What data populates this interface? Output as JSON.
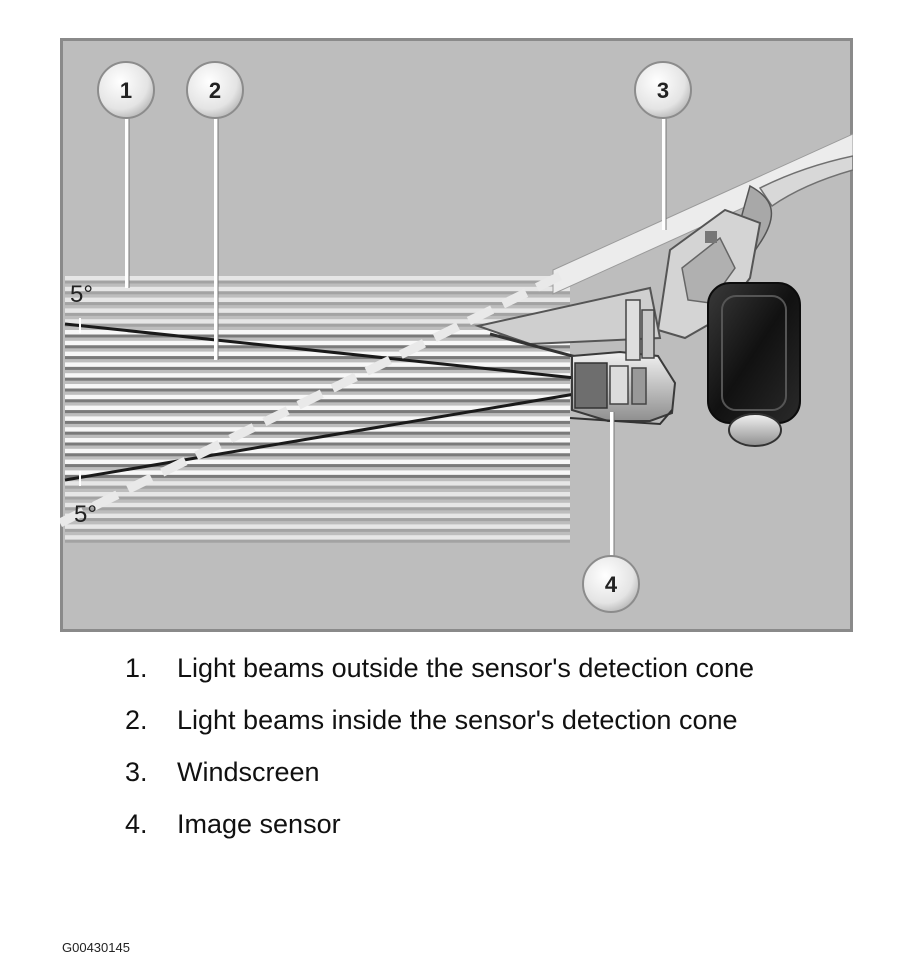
{
  "figure": {
    "callouts": [
      "1",
      "2",
      "3",
      "4"
    ],
    "angle_labels": {
      "top": "5°",
      "bottom": "5°"
    }
  },
  "legend": {
    "items": [
      {
        "number": "1.",
        "text": "Light beams outside the sensor's detection cone"
      },
      {
        "number": "2.",
        "text": "Light beams inside the sensor's detection cone"
      },
      {
        "number": "3.",
        "text": "Windscreen"
      },
      {
        "number": "4.",
        "text": "Image sensor"
      }
    ]
  },
  "figure_code": "G00430145"
}
